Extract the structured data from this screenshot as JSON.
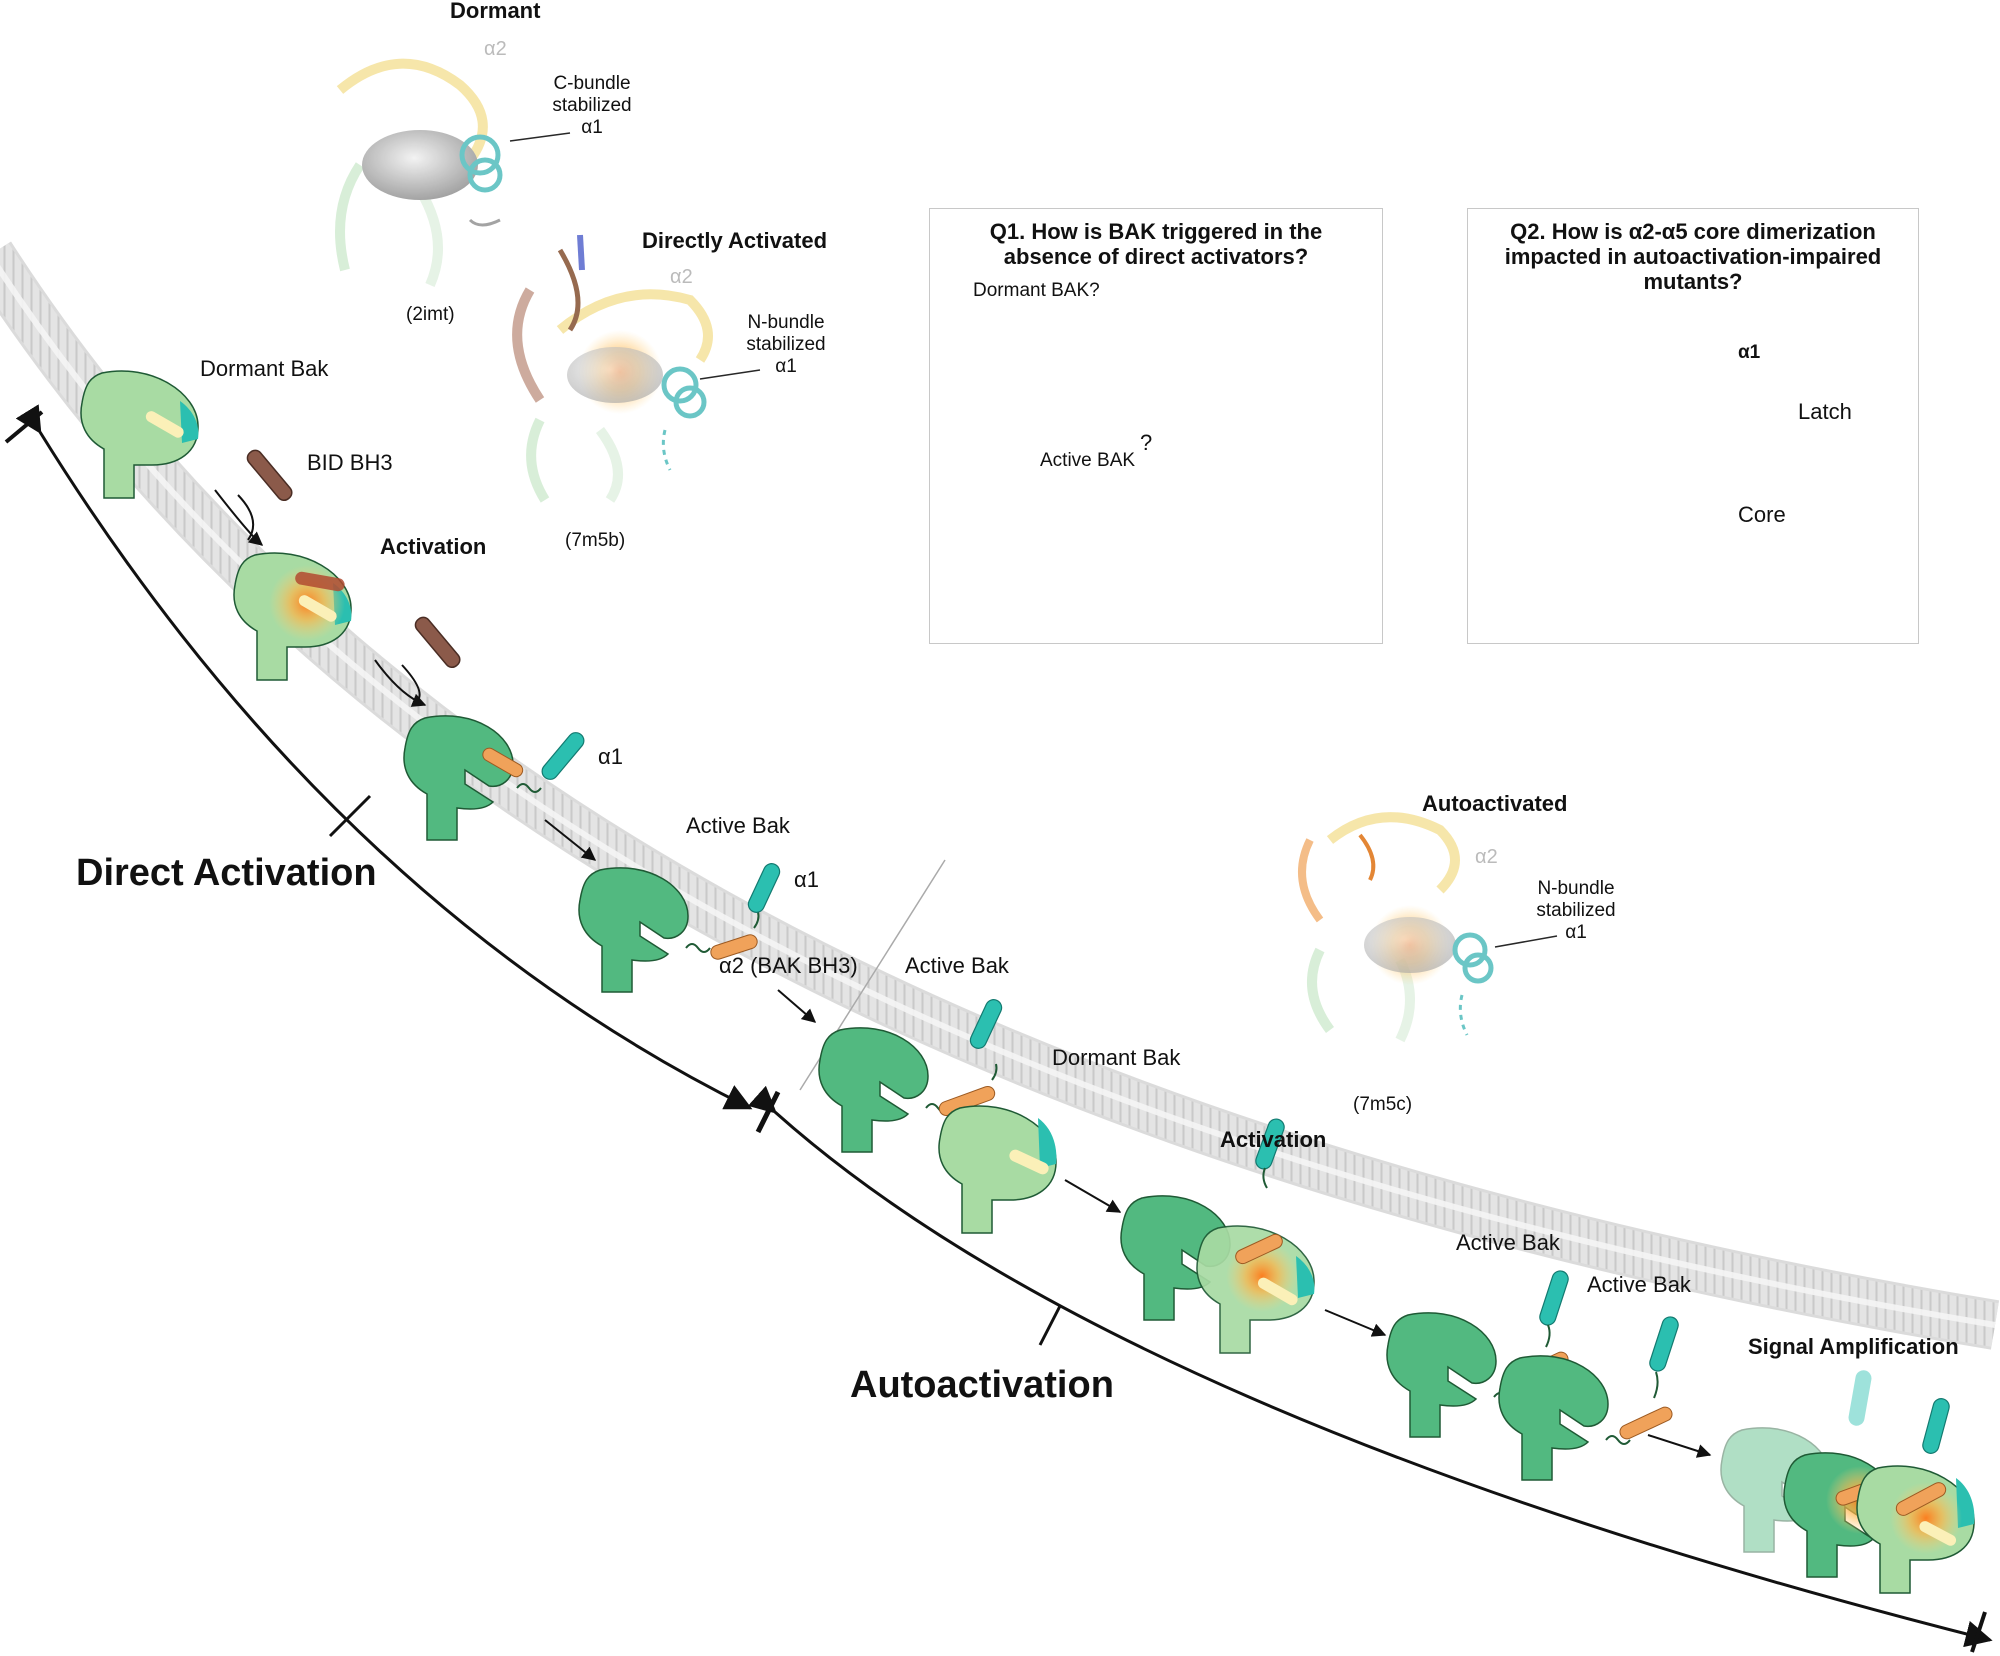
{
  "colors": {
    "dormant_green": "#a8dba3",
    "active_green": "#52b980",
    "cyan": "#2bbfb0",
    "orange": "#f0a25a",
    "bid_brown": "#8b5a4a",
    "membrane": "#dcdcdc"
  },
  "structures": {
    "dormant": {
      "title": "Dormant",
      "alpha2": "α2",
      "annotation_lines": [
        "C-bundle",
        "stabilized",
        "α1"
      ],
      "pdb": "(2imt)"
    },
    "directly_activated": {
      "title": "Directly Activated",
      "alpha2": "α2",
      "annotation_lines": [
        "N-bundle",
        "stabilized",
        "α1"
      ],
      "pdb": "(7m5b)"
    },
    "autoactivated": {
      "title": "Autoactivated",
      "alpha2": "α2",
      "annotation_lines": [
        "N-bundle",
        "stabilized",
        "α1"
      ],
      "pdb": "(7m5c)"
    }
  },
  "q1": {
    "title_lines": [
      "Q1. How is BAK triggered in the",
      "absence of direct activators?"
    ],
    "dormant_label": "Dormant BAK?",
    "active_label": "Active BAK",
    "question_mark": "?"
  },
  "q2": {
    "title_lines": [
      "Q2. How is α2-α5 core dimerization",
      "impacted in autoactivation-impaired",
      "mutants?"
    ],
    "alpha1": "α1",
    "latch": "Latch",
    "core": "Core"
  },
  "pathway": {
    "dormant_bak_1": "Dormant Bak",
    "bid_bh3": "BID BH3",
    "activation_1": "Activation",
    "alpha1_1": "α1",
    "active_bak_1": "Active Bak",
    "alpha1_2": "α1",
    "alpha2_bak_bh3": "α2 (BAK BH3)",
    "active_bak_2": "Active Bak",
    "dormant_bak_2": "Dormant Bak",
    "activation_2": "Activation",
    "active_bak_3": "Active Bak",
    "active_bak_4": "Active Bak",
    "signal_amplification": "Signal Amplification"
  },
  "phases": {
    "direct": "Direct Activation",
    "auto": "Autoactivation"
  }
}
